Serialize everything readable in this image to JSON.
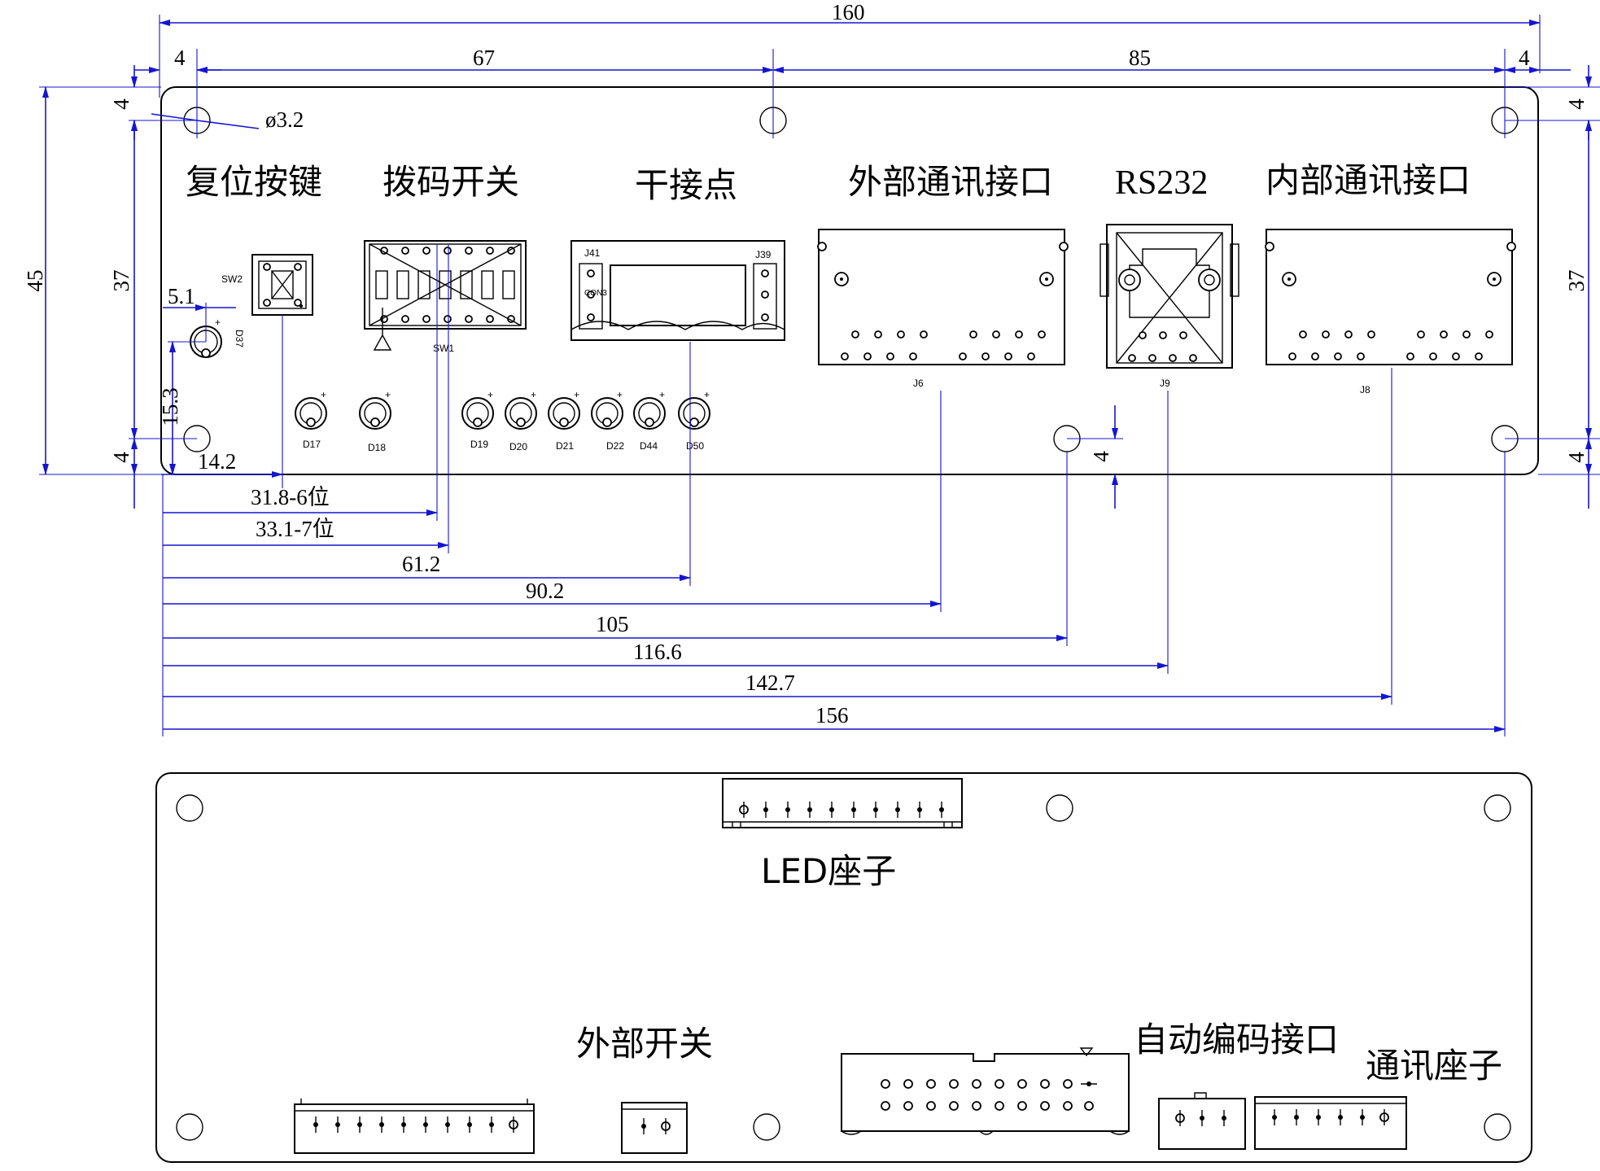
{
  "dimensions": {
    "overall_width": "160",
    "left_margin": "4",
    "hole_spacing_left": "67",
    "hole_spacing_right": "85",
    "right_margin": "4",
    "overall_height": "45",
    "hole_vertical_spacing_left": "37",
    "hole_vertical_spacing_right": "37",
    "top_offset_left": "4",
    "bottom_offset_left": "4",
    "top_offset_right": "4",
    "bottom_offset_right": "4",
    "mid_hole_offset": "4",
    "hole_diameter": "ø3.2",
    "reset_x": "5.1",
    "reset_y": "15.3",
    "reset_switch_x": "14.2",
    "dip6": "31.8-6位",
    "dip7": "33.1-7位",
    "dry_contact_x": "61.2",
    "ext_comm_x": "90.2",
    "mid_hole_x": "105",
    "rs232_x": "116.6",
    "int_comm_x": "142.7",
    "right_hole_x": "156"
  },
  "labels_top": {
    "reset_button": "复位按键",
    "dip_switch": "拨码开关",
    "dry_contact": "干接点",
    "external_comm": "外部通讯接口",
    "rs232": "RS232",
    "internal_comm": "内部通讯接口"
  },
  "labels_bottom": {
    "led_socket": "LED座子",
    "external_switch": "外部开关",
    "auto_coding": "自动编码接口",
    "comm_socket": "通讯座子"
  },
  "refs": {
    "sw2": "SW2",
    "d37": "D37",
    "sw1": "SW1",
    "j41": "J41",
    "j39": "J39",
    "con3": "CON3",
    "j6": "J6",
    "j9": "J9",
    "j8": "J8",
    "d17": "D17",
    "d18": "D18",
    "d19": "D19",
    "d20": "D20",
    "d21": "D21",
    "d22": "D22",
    "d44": "D44",
    "d50": "D50"
  }
}
